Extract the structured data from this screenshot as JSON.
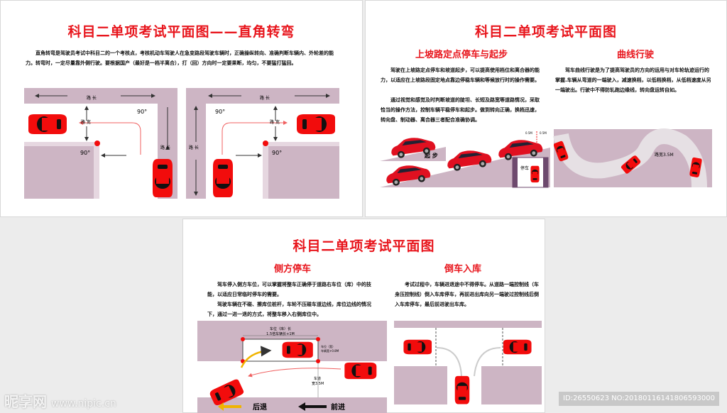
{
  "panel1": {
    "title": "科目二单项考试平面图——直角转弯",
    "paragraph": "直角转弯是驾驶员考试中科目二的一个考核点，考核机动车驾驶人在急变路段驾驶车辆时，正确操纵转向、准确判断车辆内、外轮差的能力。转弯时，一定尽量靠外侧行驶。要根据国产（最好是一档半离合），打（回）方向时一定要果断，均匀，不要猛打猛回。",
    "labels": {
      "road_length": "路 长",
      "road_width": "路 宽",
      "angle": "90°"
    }
  },
  "panel2": {
    "title": "科目二单项考试平面图",
    "hill": {
      "title": "上坡路定点停车与起步",
      "paragraph1": "驾驶在上坡路定点停车和坡道起步，可以提高使用档位和离合器的能力，以适应在上坡路段固定地点靠边停稳车辆和等候放行时的操作需要。",
      "paragraph2": "通过视觉和感觉及时判断坡道的陡坦、长短及路宽等道路情况，采取恰当的操作方法，控制车辆平稳停车和起步。做到转向正确，换档迅速，转向盘、制动器、离合器三者配合准确协调。",
      "label_start": "起 步",
      "label_stop": "停车",
      "label_offset": "0.5M"
    },
    "curve": {
      "title": "曲线行驶",
      "paragraph": "驾车曲线行驶是为了提高驾驶员的方向的运用与对车轮轨迹运行的掌握.车辆从弯道的一端驶入，减速换档，以低档换档，从低档速度从另一端驶出。行驶中不得防轧跑边缘线，转向盘运转自如。",
      "label_width": "路宽3.5M"
    }
  },
  "panel3": {
    "title": "科目二单项考试平面图",
    "side": {
      "title": "侧方停车",
      "paragraph1": "驾车停入侧方车位，可以掌握将整车正确停于道路右车位（库）中的技能，以适应日常临时停车的需要。",
      "paragraph2": "驾驶车辆在不碰、擦库位桩杆，车轮不压碰车道边线，库位边线的情况下，通过一进一退的方式，将整车移入右侧库位中。",
      "label_length1": "车位（库）长",
      "label_length2": "1.5倍车辆长+1M",
      "label_width1": "车位（宽）",
      "label_width2": "车辆宽+0.8M",
      "label_lane1": "车道",
      "label_lane2": "宽3.5M",
      "back": "后退",
      "forward": "前进"
    },
    "reverse": {
      "title": "倒车入库",
      "paragraph": "考试过程中，车辆进退途中不得停车。从道路一端控制线（车身压控制线）倒入车库停车，再前进出库向另一端驶过控制线后倒入车库停车，最后前进驶出车库。"
    }
  },
  "watermark": {
    "brand": "昵享网",
    "url": "www.nipic.cn"
  },
  "id_bar": "ID:26550623 NO:20180116141806593000",
  "colors": {
    "accent": "#e8151c",
    "road": "#cdb5c4",
    "curb": "#e6d7e0"
  }
}
